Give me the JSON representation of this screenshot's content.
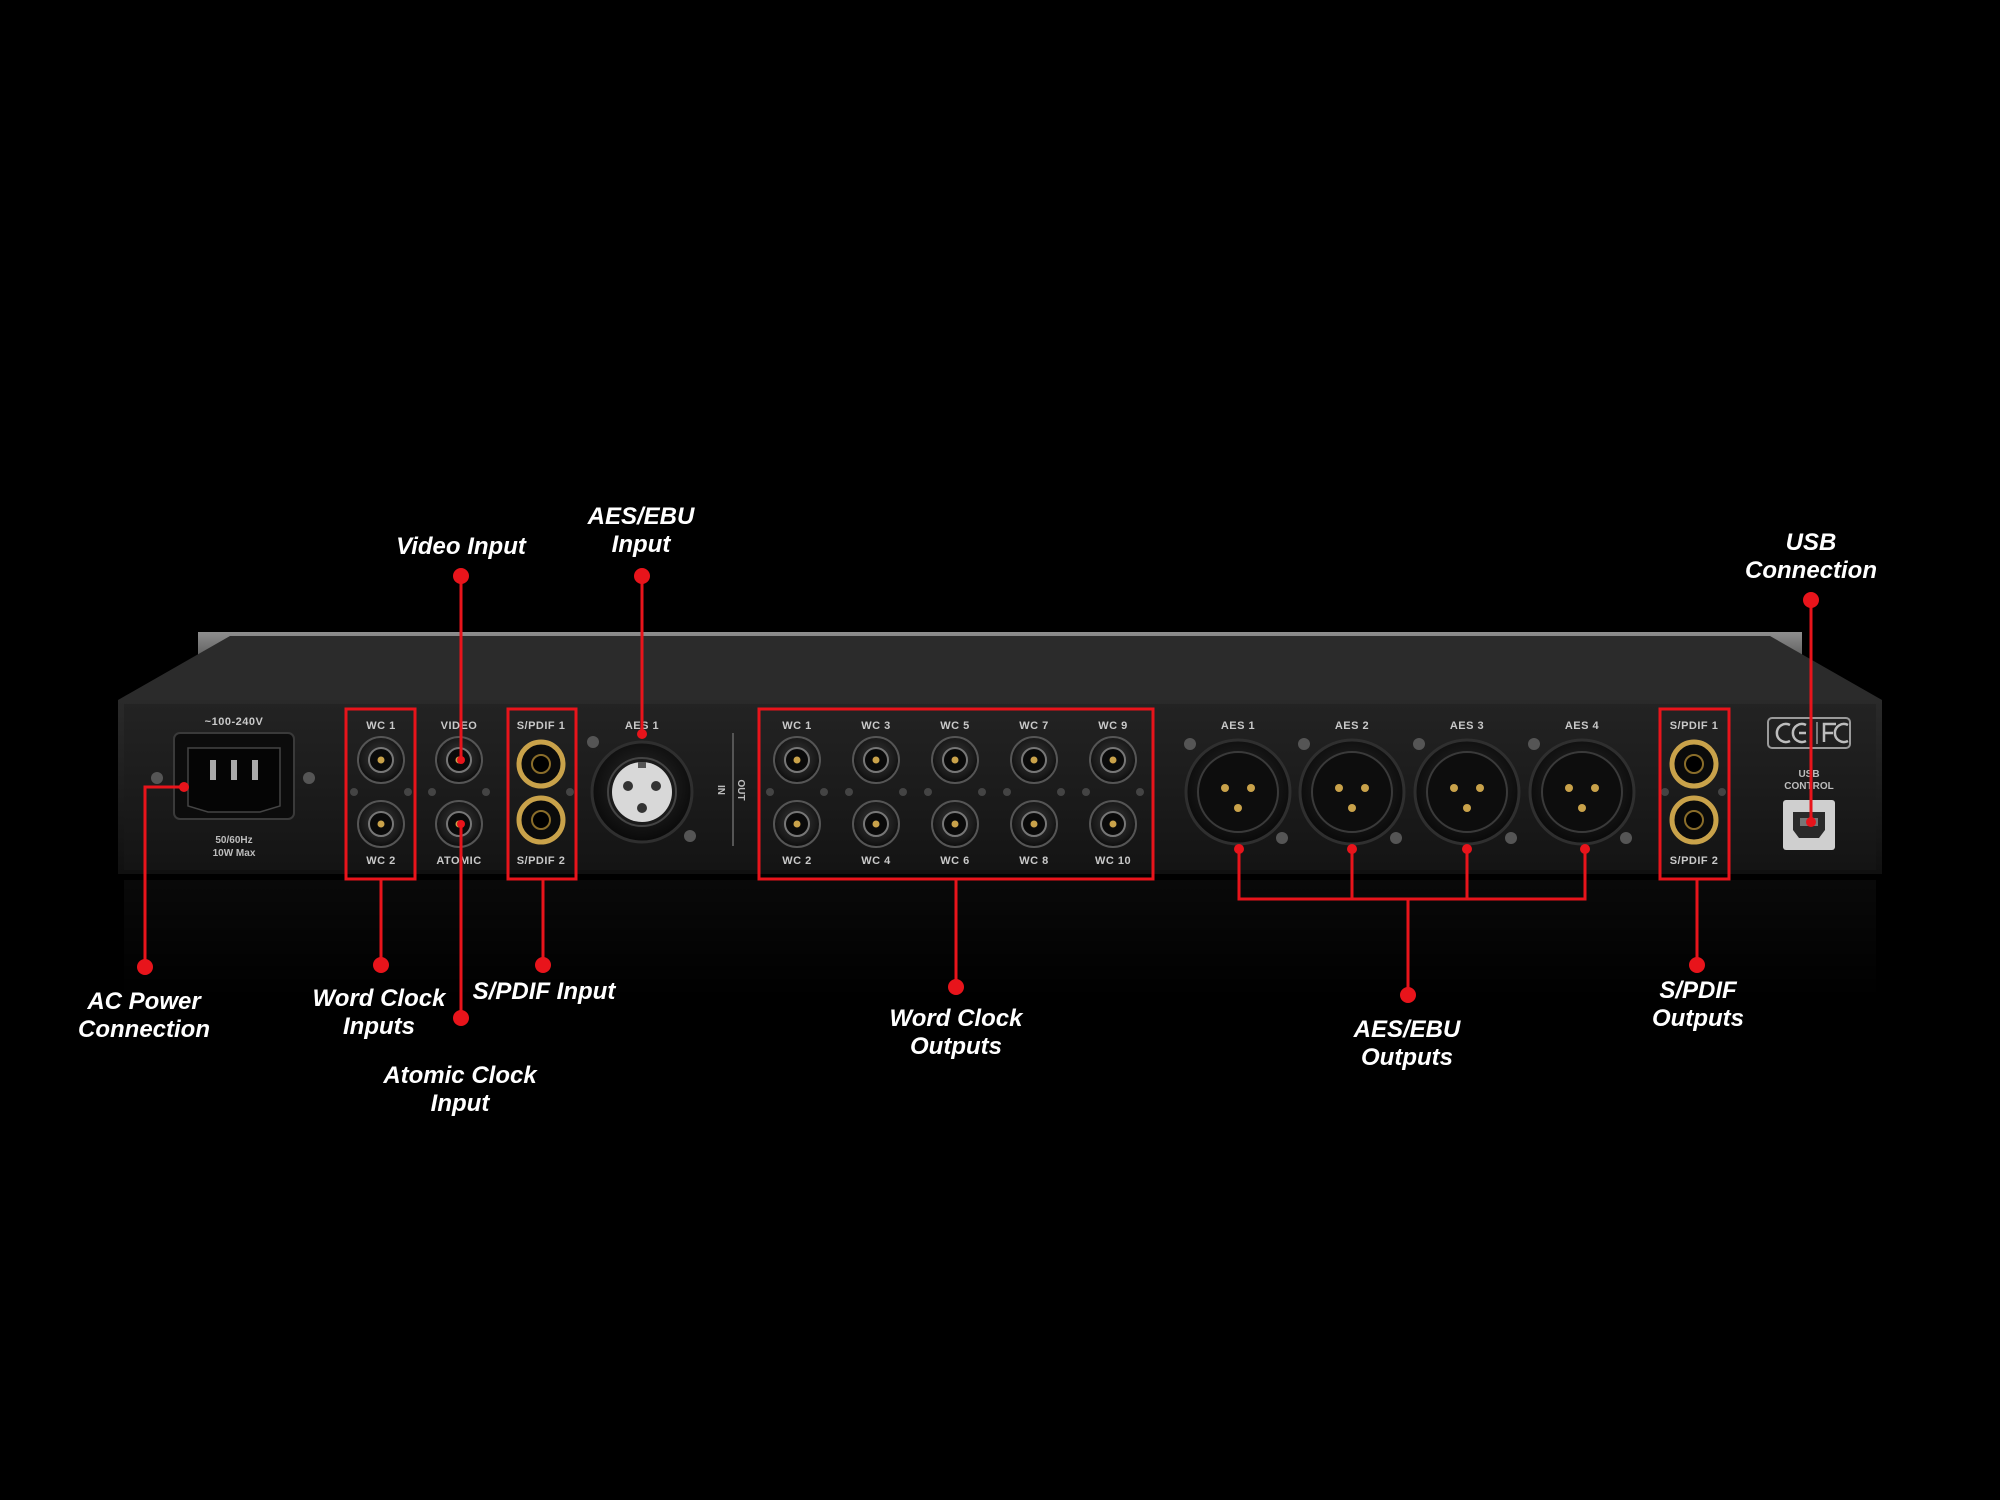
{
  "colors": {
    "background": "#000000",
    "highlight": "#e8141b",
    "annotation_text": "#ffffff",
    "panel": "#1b1b1b",
    "gold": "#c9a24a"
  },
  "panel_labels": {
    "power_voltage": "~100-240V",
    "power_freq": "50/60Hz",
    "power_watt": "10W Max",
    "wc1": "WC 1",
    "wc2": "WC 2",
    "video": "VIDEO",
    "atomic": "ATOMIC",
    "spdif_in_1": "S/PDIF 1",
    "spdif_in_2": "S/PDIF 2",
    "aes_in": "AES 1",
    "in_marker": "IN",
    "out_marker": "OUT",
    "wc_out_top": [
      "WC 1",
      "WC 3",
      "WC 5",
      "WC 7",
      "WC 9"
    ],
    "wc_out_bottom": [
      "WC 2",
      "WC 4",
      "WC 6",
      "WC 8",
      "WC 10"
    ],
    "aes_out": [
      "AES 1",
      "AES 2",
      "AES 3",
      "AES 4"
    ],
    "spdif_out_1": "S/PDIF 1",
    "spdif_out_2": "S/PDIF 2",
    "usb_1": "USB",
    "usb_2": "CONTROL"
  },
  "annotations": {
    "video_input": "Video Input",
    "aes_ebu_input": [
      "AES/EBU",
      "Input"
    ],
    "usb_connection": [
      "USB",
      "Connection"
    ],
    "ac_power": [
      "AC Power",
      "Connection"
    ],
    "word_clock_inputs": [
      "Word Clock",
      "Inputs"
    ],
    "spdif_input": "S/PDIF Input",
    "atomic_clock_input": [
      "Atomic Clock",
      "Input"
    ],
    "word_clock_outputs": [
      "Word Clock",
      "Outputs"
    ],
    "aes_ebu_outputs": [
      "AES/EBU",
      "Outputs"
    ],
    "spdif_outputs": [
      "S/PDIF",
      "Outputs"
    ]
  },
  "icons": {
    "compliance": "ce-fc-marks",
    "usb_port": "usb-b-port-icon",
    "power_inlet": "iec-power-inlet-icon"
  }
}
